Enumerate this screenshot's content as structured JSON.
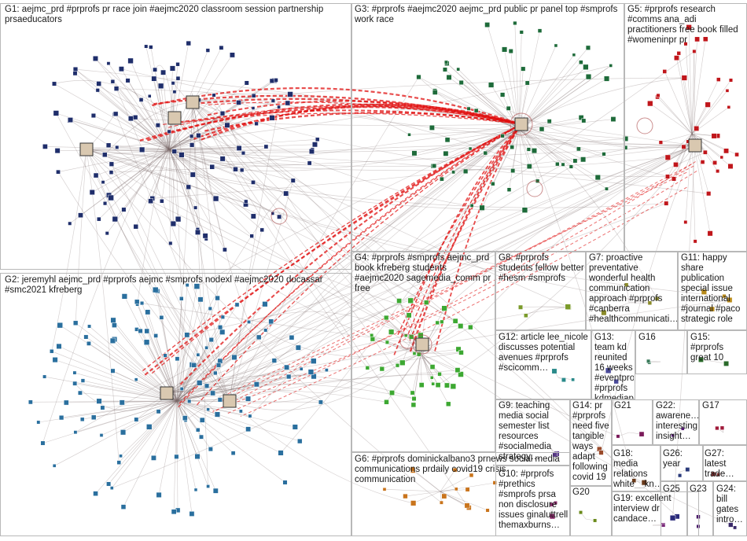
{
  "groups": [
    {
      "id": "G1",
      "label": "G1: aejmc_prd #prprofs pr race join #aejmc2020 classroom session partnership prsaeducators",
      "color": "#1f2e6b"
    },
    {
      "id": "G2",
      "label": "G2: jeremyhl aejmc_prd #prprofs aejmc #smprofs nodexl #aejmc2020 docassar #smc2021 kfreberg",
      "color": "#2a6f9e"
    },
    {
      "id": "G3",
      "label": "G3: #prprofs #aejmc2020 aejmc_prd public pr panel top #smprofs work race",
      "color": "#1e6b3a"
    },
    {
      "id": "G4",
      "label": "G4: #prprofs #smprofs aejmc_prd book kfreberg students #aejmc2020 sagemedia_comm pr free",
      "color": "#3da832"
    },
    {
      "id": "G5",
      "label": "G5: #prprofs research #comms ana_adi practitioners free book filled #womeninpr pr",
      "color": "#c0161b"
    },
    {
      "id": "G6",
      "label": "G6: #prprofs dominickalbano3 prnews social media communications prdaily covid19 crisis communication",
      "color": "#c9741c"
    },
    {
      "id": "G7",
      "label": "G7: proactive preventative wonderful health communication approach #prprofs #canberra #healthcommunicati…",
      "color": "#8b8b2a"
    },
    {
      "id": "G8",
      "label": "G8: #prprofs students fellow better #hesm #smprofs",
      "color": "#7a9a2a"
    },
    {
      "id": "G9",
      "label": "G9: teaching media social semester list resources #socialmedia strategy…",
      "color": "#5a3a8a"
    },
    {
      "id": "G10",
      "label": "G10: #prprofs #prethics #smprofs prsa non disclosure issues ginaluttrell themaxburns…",
      "color": "#8a2a6a"
    },
    {
      "id": "G11",
      "label": "G11: happy share publication special issue international #journal #paco strategic role",
      "color": "#b88a1a"
    },
    {
      "id": "G12",
      "label": "G12: article lee_nicole discusses potential avenues #prprofs #scicomm…",
      "color": "#2a8a8a"
    },
    {
      "id": "G13",
      "label": "G13: team kd reunited 16 weeks #eventprofs #prprofs kdmediapr…",
      "color": "#4a4a9a"
    },
    {
      "id": "G14",
      "label": "G14: pr #prprofs need five tangible ways adapt following covid 19",
      "color": "#9a4a2a"
    },
    {
      "id": "G15",
      "label": "G15: #prprofs great 10",
      "color": "#2a6a2a"
    },
    {
      "id": "G16",
      "label": "G16",
      "color": "#3a7a5a"
    },
    {
      "id": "G17",
      "label": "G17",
      "color": "#a01a3a"
    },
    {
      "id": "G18",
      "label": "G18: media relations white__kn…",
      "color": "#6a3a1a"
    },
    {
      "id": "G19",
      "label": "G19: excellent interview dr candace…",
      "color": "#7a2a7a"
    },
    {
      "id": "G20",
      "label": "G20",
      "color": "#6a8a1a"
    },
    {
      "id": "G21",
      "label": "G21",
      "color": "#7a1a5a"
    },
    {
      "id": "G22",
      "label": "G22: awarene… interesting insight…",
      "color": "#5a1a7a"
    },
    {
      "id": "G23",
      "label": "G23",
      "color": "#4a1a6a"
    },
    {
      "id": "G24",
      "label": "G24: bill gates intro…",
      "color": "#3a2a6a"
    },
    {
      "id": "G25",
      "label": "G25",
      "color": "#2a2a7a"
    },
    {
      "id": "G26",
      "label": "G26: year",
      "color": "#2a3a7a"
    },
    {
      "id": "G27",
      "label": "G27: latest trade…",
      "color": "#7a2a2a"
    }
  ],
  "colors": {
    "edge": "#7a6a6a",
    "highlight": "#e01010",
    "border": "#b8b8b8"
  }
}
